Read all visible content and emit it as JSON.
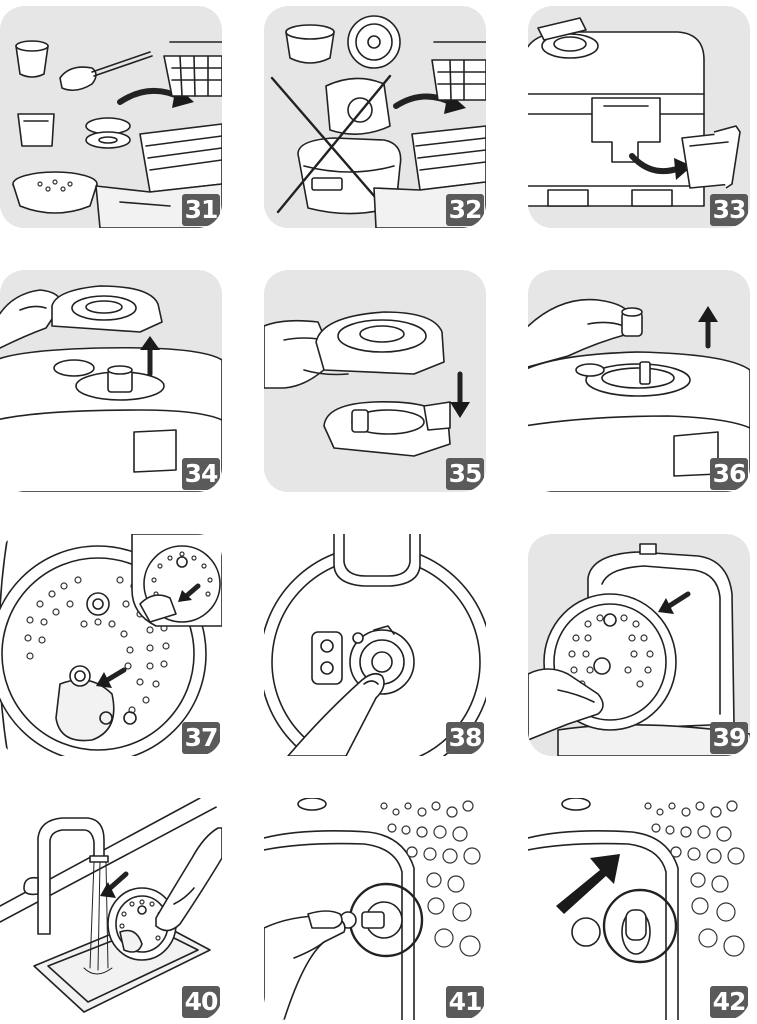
{
  "panels": [
    {
      "step": "31",
      "icon": "washable-parts-dishwasher-icon"
    },
    {
      "step": "32",
      "icon": "no-dishwasher-bowl-lid-icon"
    },
    {
      "step": "33",
      "icon": "remove-condensation-collector-icon"
    },
    {
      "step": "34",
      "icon": "lift-steam-valve-cover-icon"
    },
    {
      "step": "35",
      "icon": "separate-valve-parts-icon"
    },
    {
      "step": "36",
      "icon": "remove-valve-cap-icon"
    },
    {
      "step": "37",
      "icon": "remove-inner-lid-knob-icon"
    },
    {
      "step": "38",
      "icon": "press-inner-lid-button-icon"
    },
    {
      "step": "39",
      "icon": "remove-inner-lid-icon"
    },
    {
      "step": "40",
      "icon": "rinse-inner-lid-icon"
    },
    {
      "step": "41",
      "icon": "insert-seal-knob-icon"
    },
    {
      "step": "42",
      "icon": "push-seal-knob-icon"
    }
  ],
  "colors": {
    "panel": "#e6e6e6",
    "badge": "#5a5a5a",
    "line": "#222222"
  }
}
